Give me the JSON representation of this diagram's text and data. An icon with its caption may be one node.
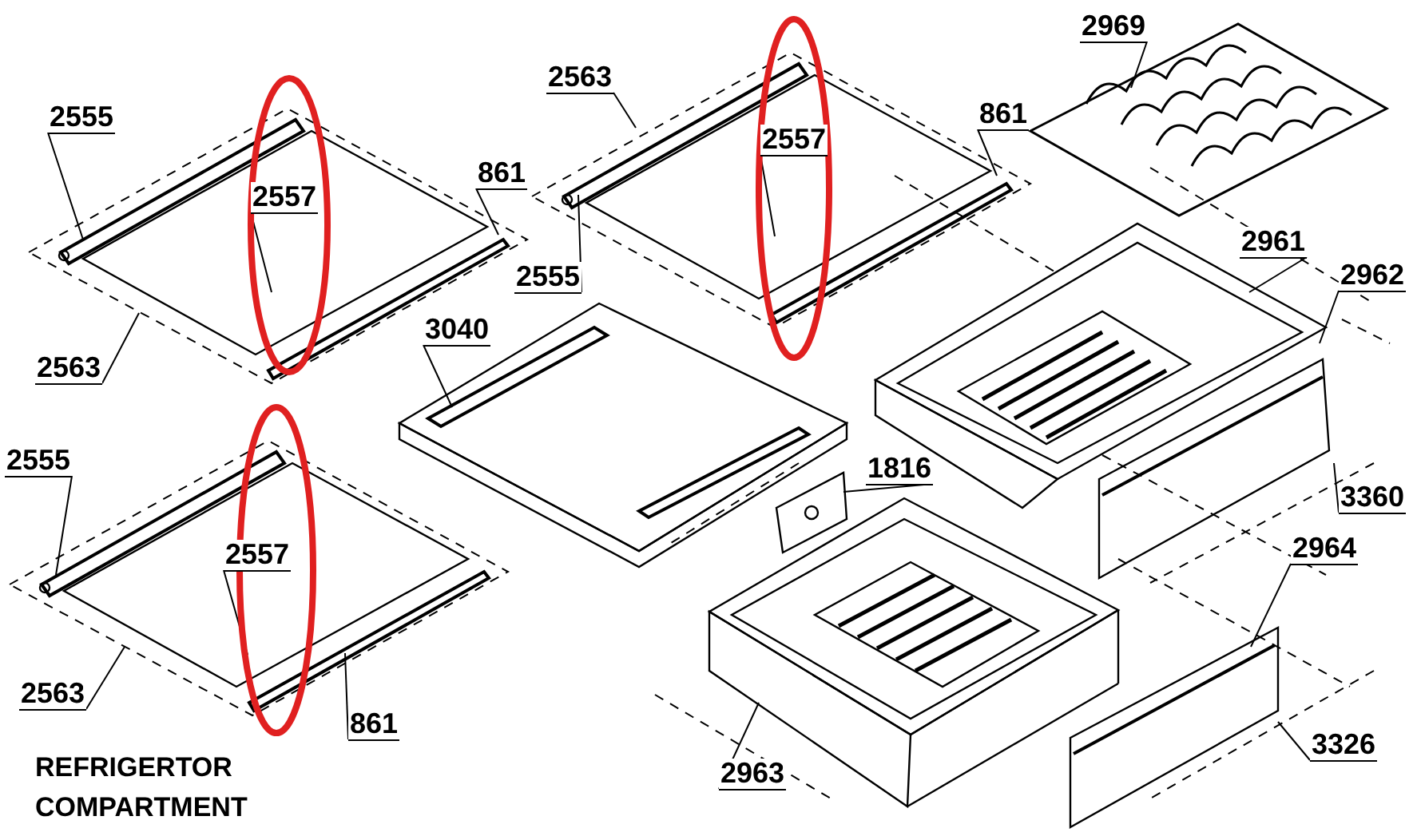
{
  "diagram": {
    "nodes": [
      {
        "text": [
          "2555"
        ]
      },
      {
        "text": [
          "2557"
        ]
      },
      {
        "text": [
          "2563"
        ]
      },
      {
        "text": [
          "861"
        ]
      },
      {
        "text": [
          "2563"
        ]
      },
      {
        "text": [
          "2557"
        ]
      },
      {
        "text": [
          "861"
        ]
      },
      {
        "text": [
          "2555"
        ]
      },
      {
        "text": [
          "2969"
        ]
      },
      {
        "text": [
          "2961"
        ]
      },
      {
        "text": [
          "2962"
        ]
      },
      {
        "text": [
          "3040"
        ]
      },
      {
        "text": [
          "2555"
        ]
      },
      {
        "text": [
          "2557"
        ]
      },
      {
        "text": [
          "2563"
        ]
      },
      {
        "text": [
          "861"
        ]
      },
      {
        "text": [
          "1816"
        ]
      },
      {
        "text": [
          "3360"
        ]
      },
      {
        "text": [
          "2964"
        ]
      },
      {
        "text": [
          "3326"
        ]
      },
      {
        "text": [
          "2963"
        ]
      }
    ],
    "edges": [
      {
        "from": 0,
        "to": null,
        "arrow": "none"
      },
      {
        "from": 1,
        "to": null,
        "arrow": "none"
      },
      {
        "from": 2,
        "to": null,
        "arrow": "none"
      },
      {
        "from": 3,
        "to": null,
        "arrow": "none"
      },
      {
        "from": 4,
        "to": null,
        "arrow": "none"
      },
      {
        "from": 5,
        "to": null,
        "arrow": "none"
      },
      {
        "from": 6,
        "to": null,
        "arrow": "none"
      },
      {
        "from": 7,
        "to": null,
        "arrow": "none"
      },
      {
        "from": 8,
        "to": null,
        "arrow": "none"
      },
      {
        "from": 9,
        "to": null,
        "arrow": "none"
      },
      {
        "from": 10,
        "to": null,
        "arrow": "none"
      },
      {
        "from": 11,
        "to": null,
        "arrow": "none"
      },
      {
        "from": 12,
        "to": null,
        "arrow": "none"
      },
      {
        "from": 13,
        "to": null,
        "arrow": "none"
      },
      {
        "from": 14,
        "to": null,
        "arrow": "none"
      },
      {
        "from": 15,
        "to": null,
        "arrow": "none"
      },
      {
        "from": 16,
        "to": null,
        "arrow": "none"
      },
      {
        "from": 17,
        "to": null,
        "arrow": "none"
      },
      {
        "from": 18,
        "to": null,
        "arrow": "none"
      },
      {
        "from": 19,
        "to": null,
        "arrow": "none"
      },
      {
        "from": 20,
        "to": null,
        "arrow": "none"
      }
    ],
    "labels": [
      "REFRIGERTOR COMPARTMENT"
    ]
  }
}
